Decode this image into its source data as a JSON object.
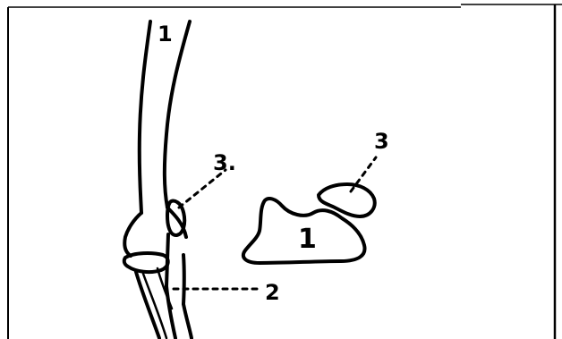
{
  "labels": {
    "bone_1_left": "1",
    "bone_2": "2",
    "bone_3_left": "3.",
    "bone_1_right": "1",
    "bone_3_right": "3"
  }
}
